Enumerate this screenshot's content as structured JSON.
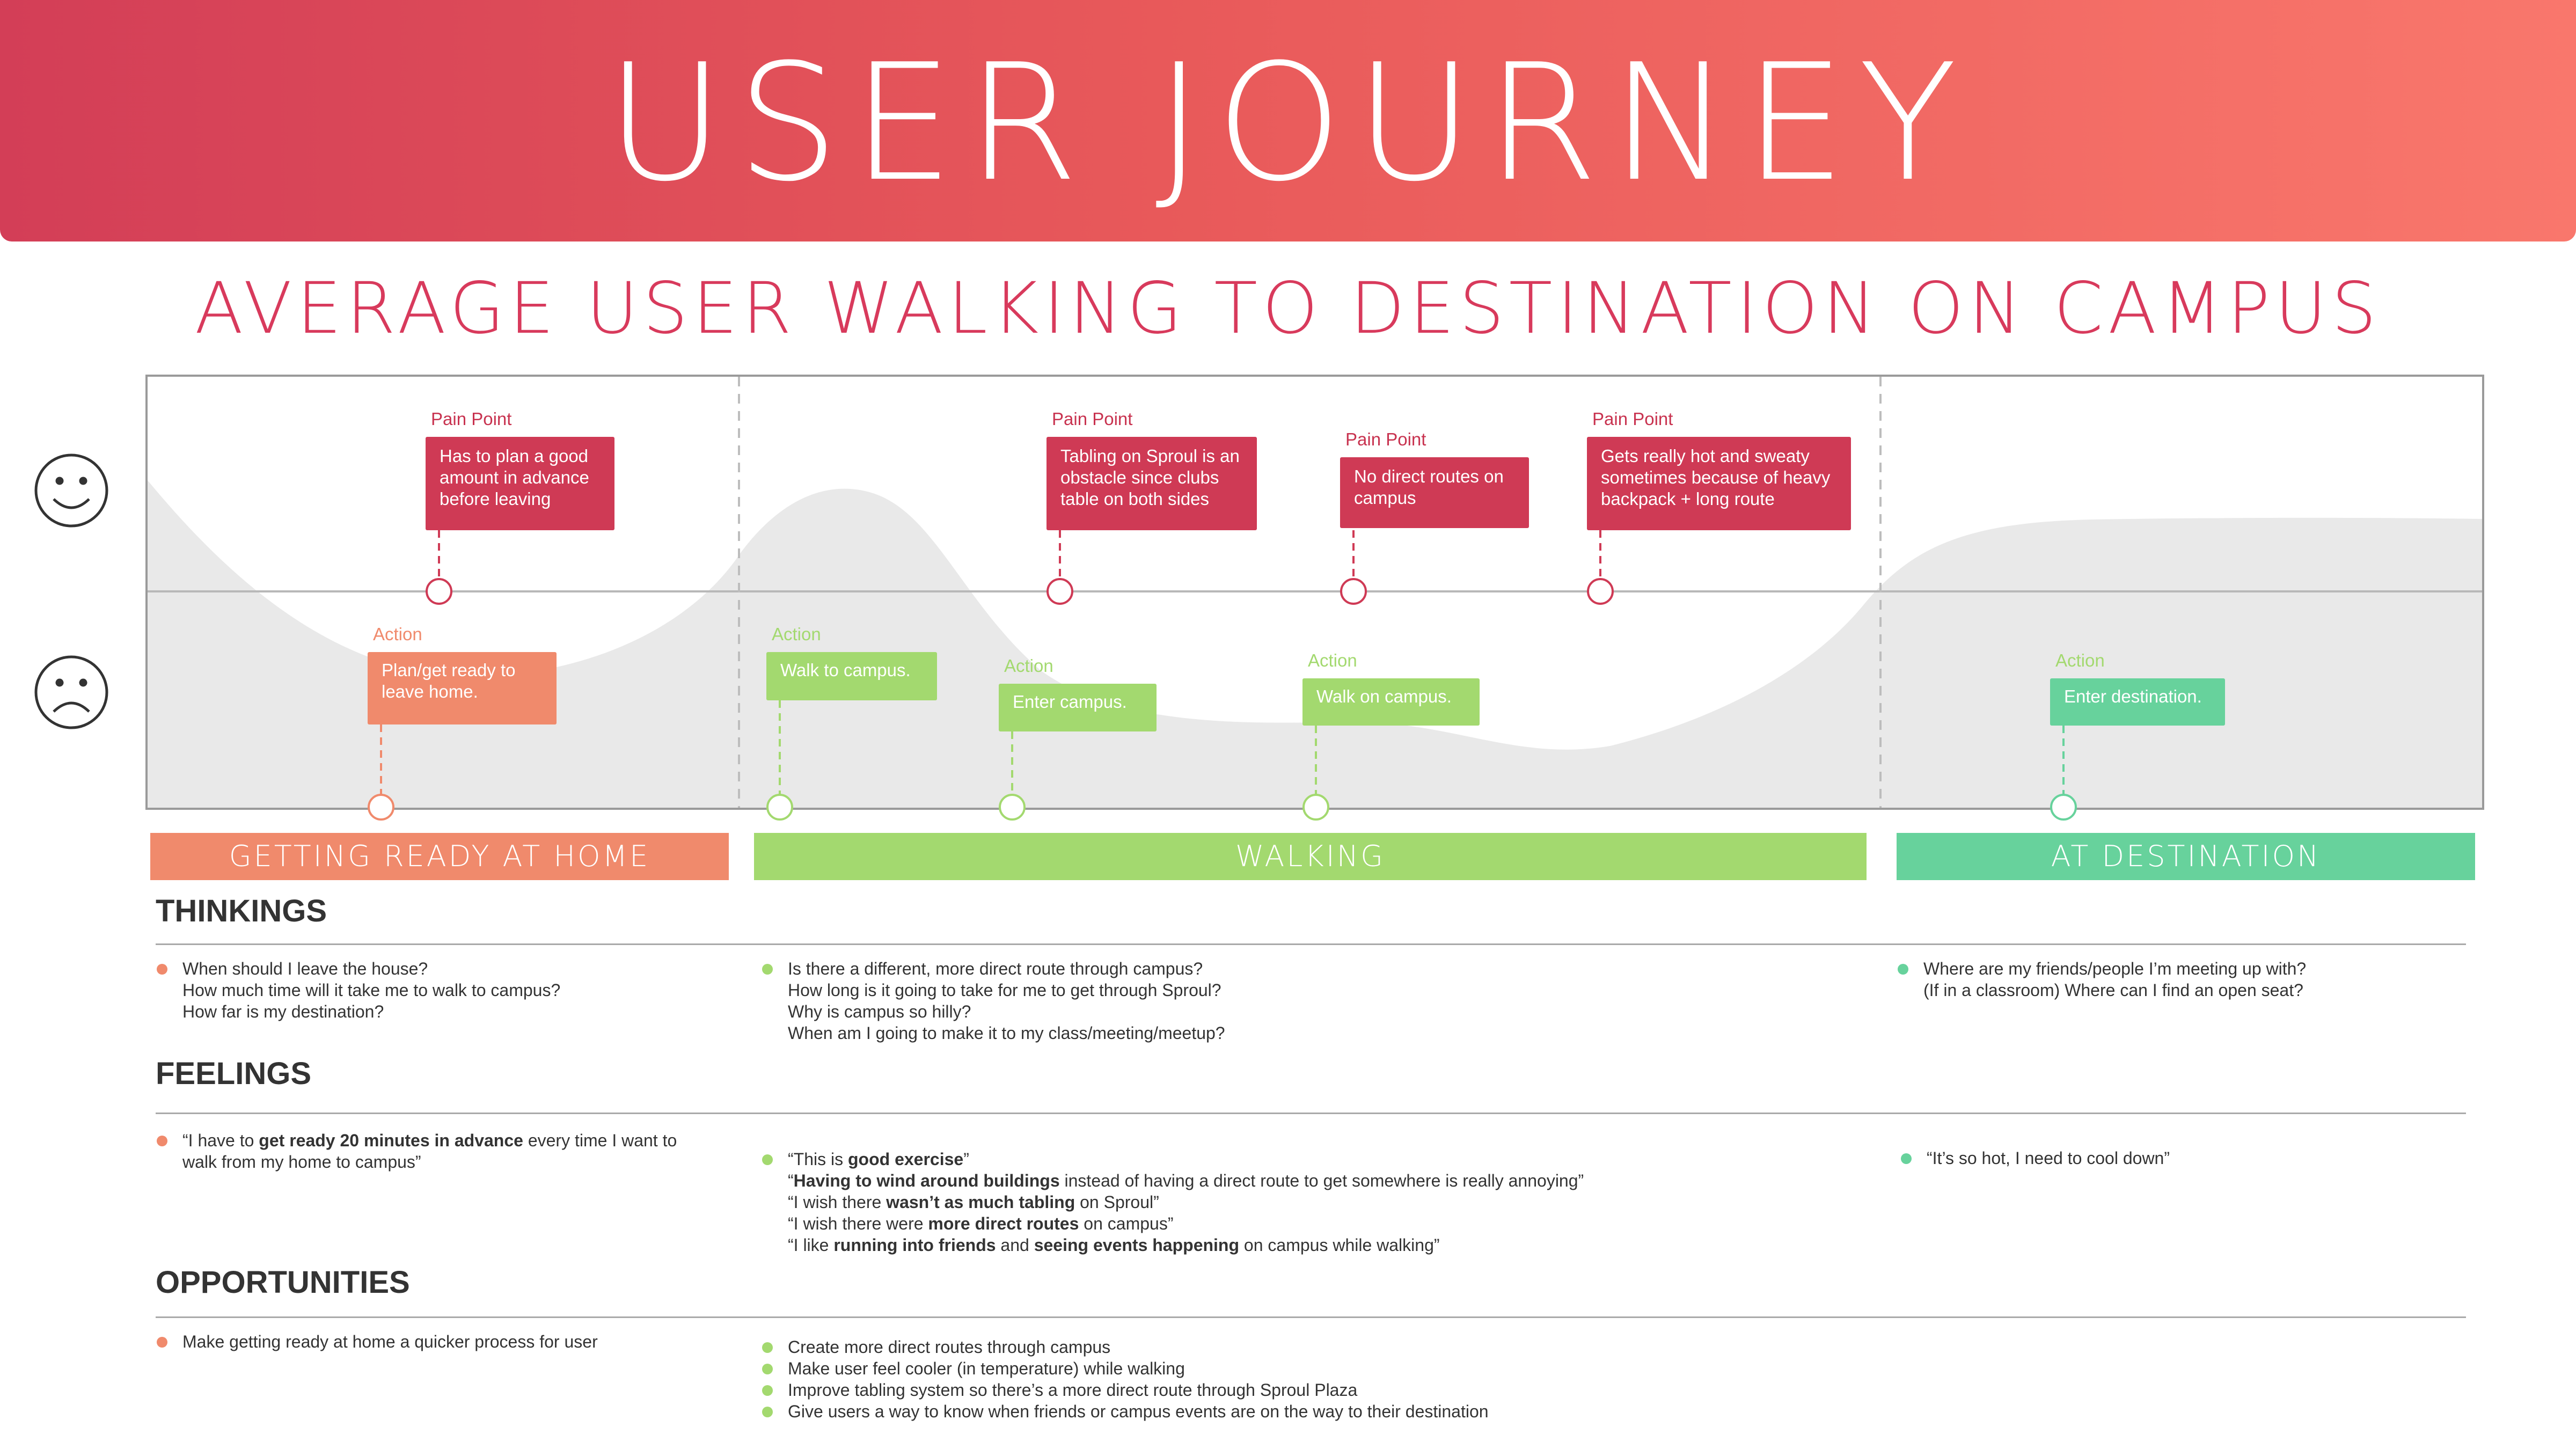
{
  "header": {
    "title": "USER JOURNEY",
    "subtitle": "AVERAGE USER WALKING TO DESTINATION ON CAMPUS"
  },
  "colors": {
    "pain": "#cf3a55",
    "home": "#f08a6c",
    "walking": "#a3d96f",
    "destination": "#67d29c"
  },
  "mood_icons": {
    "top": "smiley-face-icon",
    "bottom": "sad-face-icon"
  },
  "pain_points": [
    {
      "label": "Pain Point",
      "text": [
        "Has to plan a good",
        "amount in advance",
        "before leaving"
      ]
    },
    {
      "label": "Pain Point",
      "text": [
        "Tabling on Sproul is an",
        "obstacle since clubs",
        "table on both sides"
      ]
    },
    {
      "label": "Pain Point",
      "text": [
        "No direct routes on",
        "campus"
      ]
    },
    {
      "label": "Pain Point",
      "text": [
        "Gets really hot and sweaty",
        "sometimes because of heavy",
        "backpack + long route"
      ]
    }
  ],
  "actions": [
    {
      "label": "Action",
      "text": [
        "Plan/get ready to",
        "leave home."
      ]
    },
    {
      "label": "Action",
      "text": [
        "Walk to campus."
      ]
    },
    {
      "label": "Action",
      "text": [
        "Enter campus."
      ]
    },
    {
      "label": "Action",
      "text": [
        "Walk on campus."
      ]
    },
    {
      "label": "Action",
      "text": [
        "Enter destination."
      ]
    }
  ],
  "phases": {
    "home": "GETTING READY AT HOME",
    "walking": "WALKING",
    "destination": "AT DESTINATION"
  },
  "sections": {
    "thinkings": {
      "title": "THINKINGS",
      "home": [
        "When should I leave the house?",
        "How much time will it take me to walk to campus?",
        "How far is my destination?"
      ],
      "walking": [
        "Is there a different, more direct route through campus?",
        "How long is it going to take for me to get through Sproul?",
        "Why is campus so hilly?",
        "When am I going to make it to my class/meeting/meetup?"
      ],
      "destination": [
        "Where are my friends/people I’m meeting up with?",
        "(If in a classroom) Where can I find an open seat?"
      ]
    },
    "feelings": {
      "title": "FEELINGS",
      "home": [
        [
          [
            "“I have to ",
            false
          ],
          [
            "get ready 20 minutes in advance",
            true
          ],
          [
            " every time I want to",
            false
          ]
        ],
        [
          [
            "walk from my home to campus”",
            false
          ]
        ]
      ],
      "walking": [
        [
          [
            "“This is ",
            false
          ],
          [
            "good exercise",
            true
          ],
          [
            "”",
            false
          ]
        ],
        [
          [
            "“",
            false
          ],
          [
            "Having to wind around buildings",
            true
          ],
          [
            " instead of having a direct route to get somewhere is really annoying”",
            false
          ]
        ],
        [
          [
            "“I wish there ",
            false
          ],
          [
            "wasn’t as much tabling",
            true
          ],
          [
            " on Sproul”",
            false
          ]
        ],
        [
          [
            "“I wish there were ",
            false
          ],
          [
            "more direct routes",
            true
          ],
          [
            " on campus”",
            false
          ]
        ],
        [
          [
            "“I like ",
            false
          ],
          [
            "running into friends",
            true
          ],
          [
            " and ",
            false
          ],
          [
            "seeing events happening",
            true
          ],
          [
            " on campus while walking”",
            false
          ]
        ]
      ],
      "destination": [
        [
          [
            "“It’s so hot, I need to cool down”",
            false
          ]
        ]
      ]
    },
    "opportunities": {
      "title": "OPPORTUNITIES",
      "home": [
        "Make getting ready at home a quicker process for user"
      ],
      "walking": [
        "Create more direct routes through campus",
        "Make user feel cooler (in temperature) while walking",
        "Improve tabling system so there’s a more direct route through Sproul Plaza",
        "Give users a way to know when friends or campus events are on the way to their destination"
      ],
      "destination": []
    }
  }
}
